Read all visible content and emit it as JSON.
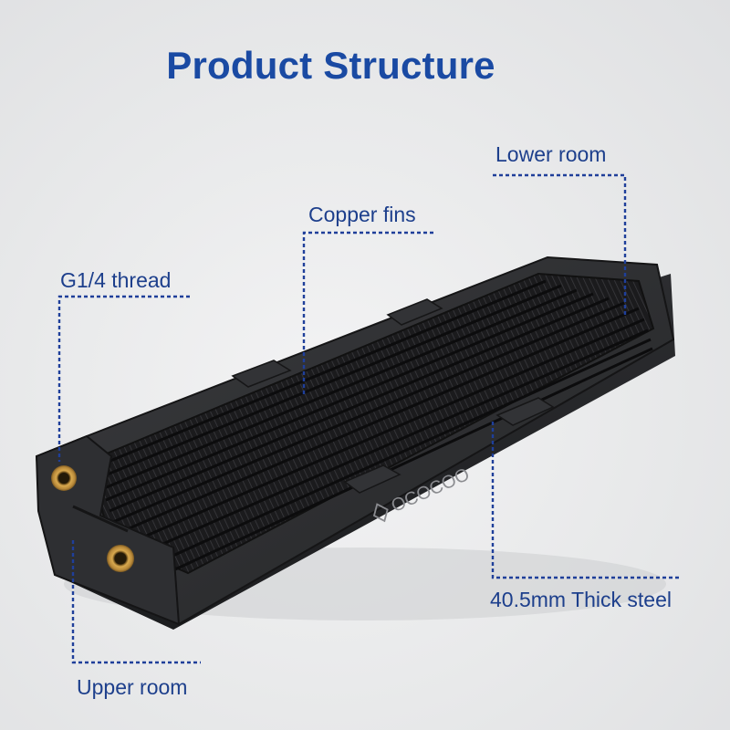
{
  "title": "Product Structure",
  "brand": "OCOCOO",
  "callouts": {
    "lower_room": "Lower room",
    "copper_fins": "Copper fins",
    "thread": "G1/4 thread",
    "thick_steel": "40.5mm Thick steel",
    "upper_room": "Upper room"
  },
  "colors": {
    "title": "#1a4aa3",
    "callout_text": "#1d3f8c",
    "leader_line": "#1f3f9a",
    "radiator_body": "#2b2c2f",
    "fitting": "#b8893a"
  }
}
